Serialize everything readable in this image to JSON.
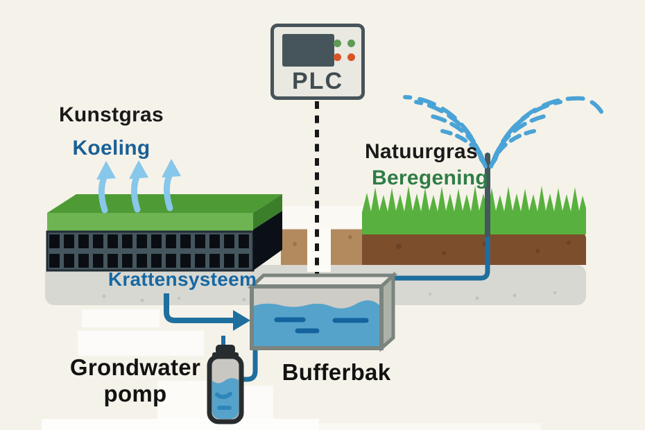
{
  "scene": {
    "plc": {
      "label": "PLC"
    },
    "artificial_field": {
      "name": "Kunstgras",
      "function": "Koeling"
    },
    "natural_field": {
      "name": "Natuurgras",
      "function": "Beregening"
    },
    "crate_system": {
      "label": "Krattensysteem"
    },
    "buffer_tank": {
      "label": "Bufferbak"
    },
    "groundwater_pump": {
      "label_line1": "Grondwater",
      "label_line2": "pomp"
    }
  },
  "colors": {
    "background": "#f5f2e9",
    "pipe_blue": "#1e6e9e",
    "spray_blue": "#4aa3d6",
    "cooling_arrow_blue": "#87c7ea",
    "koeling_text_blue": "#1a6096",
    "krattensysteem_text_blue": "#1768a3",
    "beregening_text_green": "#2e7d46",
    "grass_green": "#58b13e",
    "turf_top_green": "#4e9a35",
    "turf_front_green": "#6eb452",
    "soil_dark_brown": "#7d4e2c",
    "soil_sand_brown": "#b3895e",
    "underground_gray": "#d8d8d2",
    "water_blue": "#55a3cb",
    "tank_frame_gray": "#7b847e",
    "crate_dark": "#0a0e13",
    "plc_led_green": "#5f9b57",
    "plc_led_red": "#d95426",
    "control_line_black": "#171717"
  }
}
